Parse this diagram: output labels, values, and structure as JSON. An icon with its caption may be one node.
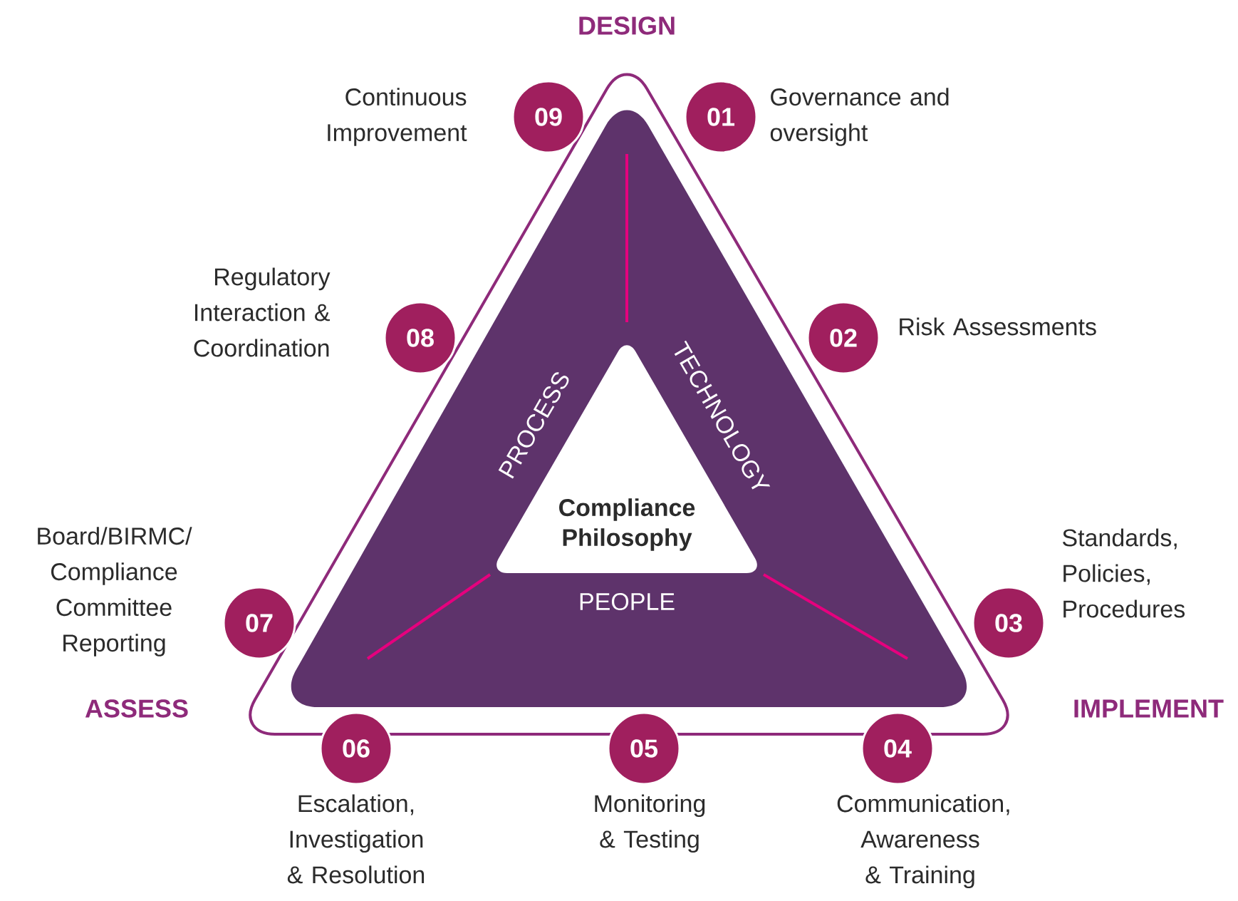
{
  "diagram": {
    "nodes": [
      {
        "text": [
          "PROCESS",
          "TECHNOLOGY",
          "PEOPLE"
        ]
      },
      {
        "text": [
          "Compliance Philosophy"
        ],
        "in": 0
      },
      {
        "text": [
          "01"
        ],
        "beside": [
          "Governance and oversight"
        ]
      },
      {
        "text": [
          "02"
        ],
        "beside": [
          "Risk Assessments"
        ]
      },
      {
        "text": [
          "03"
        ],
        "beside": [
          "Standards, Policies, Procedures"
        ]
      },
      {
        "text": [
          "04"
        ],
        "beside": [
          "Communication, Awareness & Training"
        ]
      },
      {
        "text": [
          "05"
        ],
        "beside": [
          "Monitoring & Testing"
        ]
      },
      {
        "text": [
          "06"
        ],
        "beside": [
          "Escalation, Investigation & Resolution"
        ]
      },
      {
        "text": [
          "07"
        ],
        "beside": [
          "Board/BIRMC/ Compliance Committee Reporting"
        ]
      },
      {
        "text": [
          "08"
        ],
        "beside": [
          "Regulatory Interaction & Coordination"
        ]
      },
      {
        "text": [
          "09"
        ],
        "beside": [
          "Continuous Improvement"
        ]
      }
    ],
    "labels": [
      "DESIGN",
      "ASSESS",
      "IMPLEMENT"
    ]
  }
}
